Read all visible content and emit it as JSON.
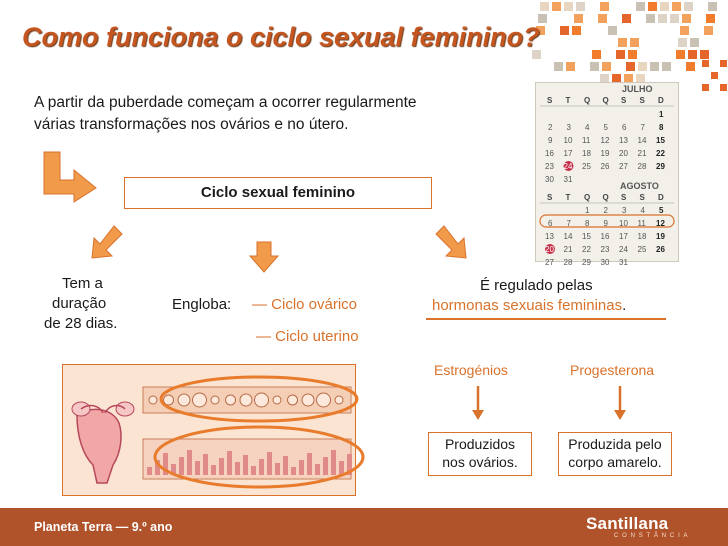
{
  "title": "Como funciona o ciclo sexual feminino?",
  "intro": {
    "line1": "A partir da puberdade começam a ocorrer regularmente",
    "line2": "várias transformações nos ovários e no útero."
  },
  "cycle_box": "Ciclo sexual feminino",
  "duration": {
    "line1": "Tem a",
    "line2": "duração",
    "line3": "de 28 dias."
  },
  "includes": {
    "label": "Engloba:",
    "item1": "— Ciclo ovárico",
    "item2": "— Ciclo uterino"
  },
  "regulated": {
    "line1": "É regulado pelas",
    "line2": "hormonas sexuais femininas",
    "period": "."
  },
  "hormones": {
    "estrogen": "Estrogénios",
    "progesterone": "Progesterona",
    "estrogen_desc_1": "Produzidos",
    "estrogen_desc_2": "nos ovários.",
    "progesterone_desc_1": "Produzida pelo",
    "progesterone_desc_2": "corpo amarelo."
  },
  "calendar": {
    "month1": "JULHO",
    "month2": "AGOSTO",
    "weekdays": [
      "S",
      "T",
      "Q",
      "Q",
      "S",
      "S",
      "D"
    ],
    "july_rows": [
      [
        "",
        "",
        "",
        "",
        "",
        "",
        "1"
      ],
      [
        "2",
        "3",
        "4",
        "5",
        "6",
        "7",
        "8"
      ],
      [
        "9",
        "10",
        "11",
        "12",
        "13",
        "14",
        "15"
      ],
      [
        "16",
        "17",
        "18",
        "19",
        "20",
        "21",
        "22"
      ],
      [
        "23",
        "24",
        "25",
        "26",
        "27",
        "28",
        "29"
      ],
      [
        "30",
        "31",
        "",
        "",
        "",
        "",
        ""
      ]
    ],
    "august_rows": [
      [
        "",
        "",
        "1",
        "2",
        "3",
        "4",
        "5"
      ],
      [
        "6",
        "7",
        "8",
        "9",
        "10",
        "11",
        "12"
      ],
      [
        "13",
        "14",
        "15",
        "16",
        "17",
        "18",
        "19"
      ],
      [
        "20",
        "21",
        "22",
        "23",
        "24",
        "25",
        "26"
      ],
      [
        "27",
        "28",
        "29",
        "30",
        "31",
        "",
        ""
      ]
    ]
  },
  "footer": {
    "label": "Planeta Terra — 9.º ano",
    "brand": "Santillana",
    "brand_sub": "CONSTÂNCIA"
  },
  "colors": {
    "accent": "#d9722b",
    "title": "#c6561f",
    "footer": "#b0522a"
  }
}
